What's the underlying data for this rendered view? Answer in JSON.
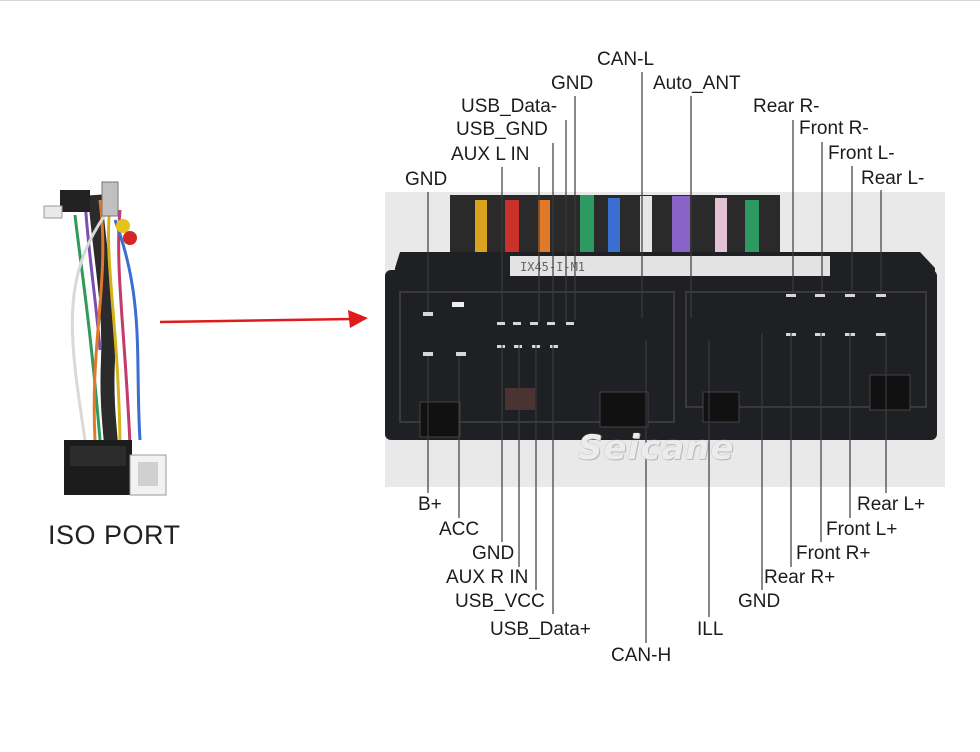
{
  "iso_port": {
    "caption": "ISO PORT"
  },
  "watermark": "Seicane",
  "connector_label": "IX45-I-M1",
  "colors": {
    "arrow": "#e01b1b",
    "connector_body": "#1f2023",
    "leader_line": "#3a3a3a"
  },
  "pins_top": [
    {
      "label": "CAN-L"
    },
    {
      "label": "GND"
    },
    {
      "label": "Auto_ANT"
    },
    {
      "label": "USB_Data-"
    },
    {
      "label": "Rear R-"
    },
    {
      "label": "USB_GND"
    },
    {
      "label": "Front R-"
    },
    {
      "label": "AUX L IN"
    },
    {
      "label": "Front L-"
    },
    {
      "label": "GND"
    },
    {
      "label": "Rear L-"
    }
  ],
  "pins_bottom": [
    {
      "label": "B+"
    },
    {
      "label": "Rear L+"
    },
    {
      "label": "ACC"
    },
    {
      "label": "Front L+"
    },
    {
      "label": "GND"
    },
    {
      "label": "Front R+"
    },
    {
      "label": "AUX R IN"
    },
    {
      "label": "Rear R+"
    },
    {
      "label": "USB_VCC"
    },
    {
      "label": "GND"
    },
    {
      "label": "USB_Data+"
    },
    {
      "label": "ILL"
    },
    {
      "label": "CAN-H"
    }
  ]
}
